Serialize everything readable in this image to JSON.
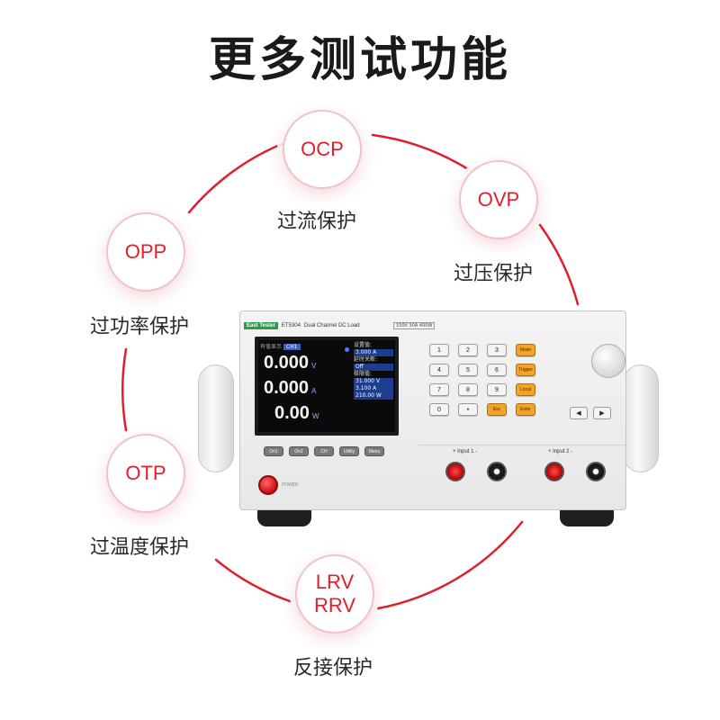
{
  "title": "更多测试功能",
  "colors": {
    "accent": "#e01f2e",
    "ring": "#e01f2e",
    "badge_border": "#f1c2c6"
  },
  "features": [
    {
      "id": "ocp",
      "code_lines": [
        "OCP"
      ],
      "caption": "过流保护"
    },
    {
      "id": "ovp",
      "code_lines": [
        "OVP"
      ],
      "caption": "过压保护"
    },
    {
      "id": "opp",
      "code_lines": [
        "OPP"
      ],
      "caption": "过功率保护"
    },
    {
      "id": "otp",
      "code_lines": [
        "OTP"
      ],
      "caption": "过温度保护"
    },
    {
      "id": "lrv",
      "code_lines": [
        "LRV",
        "RRV"
      ],
      "caption": "反接保护"
    }
  ],
  "device": {
    "brand": "East Tester",
    "model": "ET5304",
    "model_desc": "Dual Channel DC Load",
    "spec": "150V 30A 400W",
    "lcd": {
      "header": "有值显示",
      "channel": "CH1",
      "readings": [
        {
          "value": "0.000",
          "unit": "V"
        },
        {
          "value": "0.000",
          "unit": "A"
        },
        {
          "value": "0.00",
          "unit": "W"
        }
      ],
      "side": [
        {
          "label": "设置值:",
          "value": "3.000 A"
        },
        {
          "label": "延时关断:",
          "value": "Off"
        },
        {
          "label": "极限值:",
          "value": "31.000 V"
        },
        {
          "label": "",
          "value": "3.100 A"
        },
        {
          "label": "",
          "value": "210.00 W"
        }
      ]
    },
    "soft_keys": [
      "On1",
      "On2",
      "CH",
      "Utility",
      "Menu"
    ],
    "keypad": [
      "1",
      "2",
      "3",
      "Mode",
      "4",
      "5",
      "6",
      "Trigger",
      "7",
      "8",
      "9",
      "Local",
      "0",
      "•",
      "Esc",
      "Enter"
    ],
    "arrows": [
      "◀",
      "▶"
    ],
    "power_label": "POWER",
    "inputs": [
      {
        "label": "Input 1"
      },
      {
        "label": "Input 2"
      }
    ]
  }
}
